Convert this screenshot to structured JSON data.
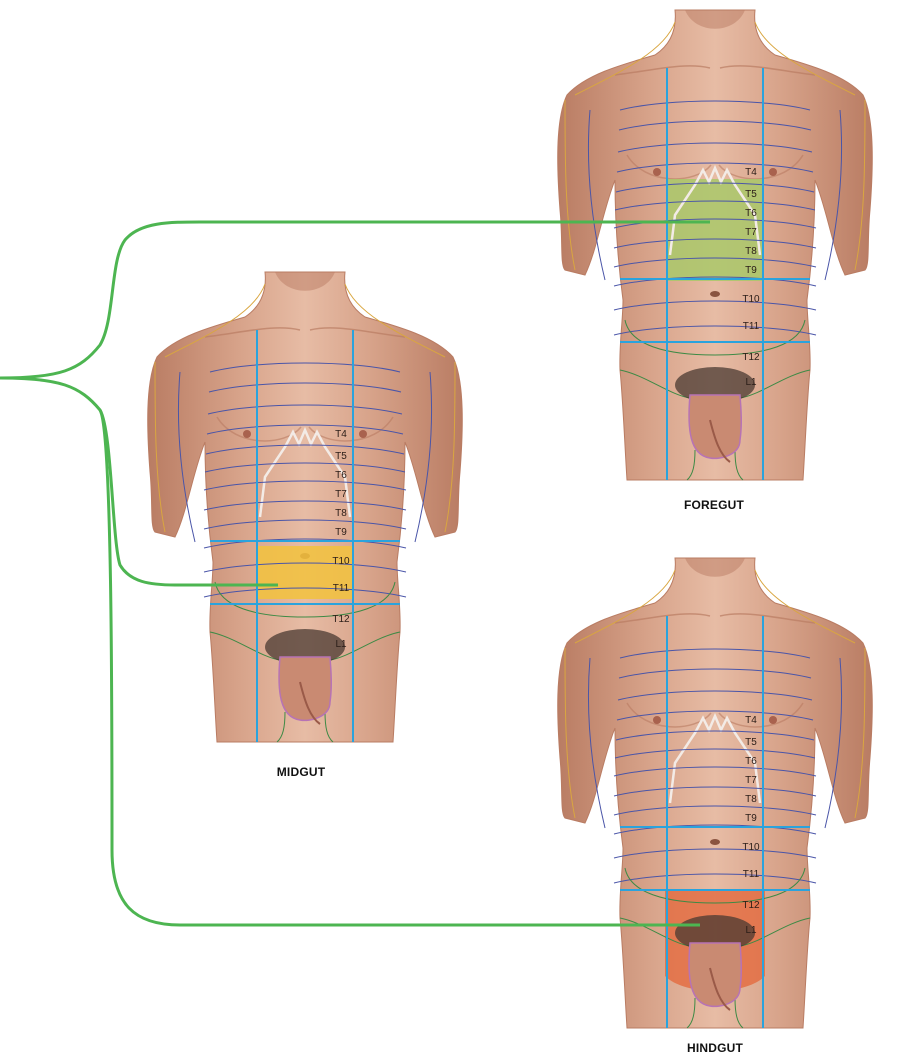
{
  "colors": {
    "skin": "#d8a48b",
    "skin_shadow": "#b97c63",
    "skin_highlight": "#e7bca5",
    "hair": "#4a3a32",
    "dermatome_line": "#4a55a8",
    "cervical_line": "#d9a640",
    "lumbar_line": "#3d8a45",
    "grid_line": "#2aa3dd",
    "connector": "#4db551",
    "foregut_region": "#a9c86a",
    "midgut_region": "#f2c23d",
    "hindgut_region": "#e36a3e",
    "rib_outline": "#f3ebe6",
    "genital_outline": "#b773b5"
  },
  "figures": [
    {
      "id": "foregut",
      "caption": "FOREGUT",
      "levels": [
        "T4",
        "T5",
        "T6",
        "T7",
        "T8",
        "T9",
        "T10",
        "T11",
        "T12",
        "L1"
      ],
      "highlight": {
        "from_level": "T5",
        "to_level": "T9",
        "color_key": "foregut_region"
      }
    },
    {
      "id": "midgut",
      "caption": "MIDGUT",
      "levels": [
        "T4",
        "T5",
        "T6",
        "T7",
        "T8",
        "T9",
        "T10",
        "T11",
        "T12",
        "L1"
      ],
      "highlight": {
        "from_level": "T10",
        "to_level": "T11",
        "color_key": "midgut_region"
      }
    },
    {
      "id": "hindgut",
      "caption": "HINDGUT",
      "levels": [
        "T4",
        "T5",
        "T6",
        "T7",
        "T8",
        "T9",
        "T10",
        "T11",
        "T12",
        "L1"
      ],
      "highlight": {
        "from_level": "T12",
        "to_level": "L1",
        "color_key": "hindgut_region"
      }
    }
  ]
}
